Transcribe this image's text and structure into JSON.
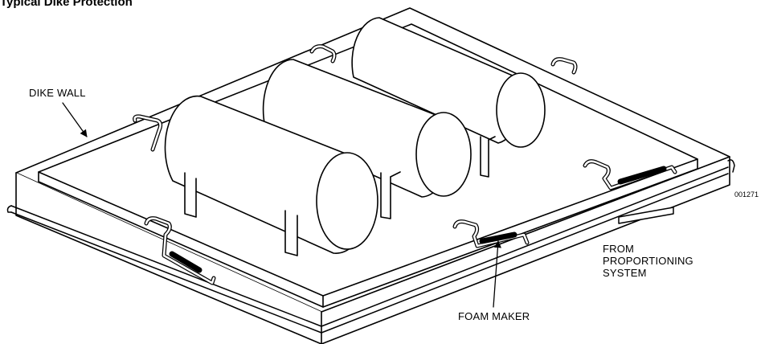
{
  "title": "Typical Dike Protection",
  "labels": {
    "dike_wall": "DIKE WALL",
    "foam_maker": "FOAM MAKER",
    "from_proportioning": [
      "FROM",
      "PROPORTIONING",
      "SYSTEM"
    ]
  },
  "figure_id": "001271"
}
